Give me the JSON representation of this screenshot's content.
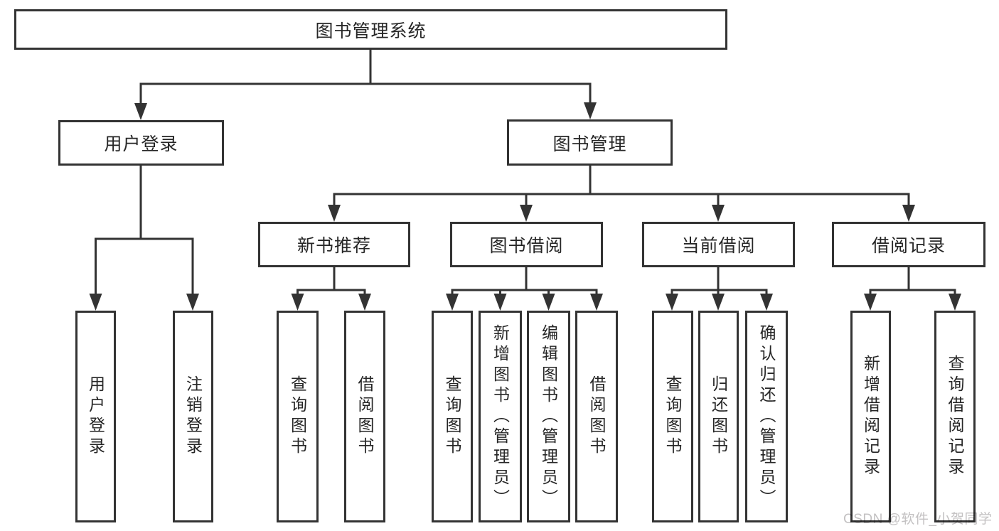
{
  "tree": {
    "label": "图书管理系统",
    "children": [
      {
        "label": "用户登录",
        "children": [
          {
            "label": "用户登录"
          },
          {
            "label": "注销登录"
          }
        ]
      },
      {
        "label": "图书管理",
        "children": [
          {
            "label": "新书推荐",
            "children": [
              {
                "label": "查询图书"
              },
              {
                "label": "借阅图书"
              }
            ]
          },
          {
            "label": "图书借阅",
            "children": [
              {
                "label": "查询图书"
              },
              {
                "label": "新增图书（管理员）"
              },
              {
                "label": "编辑图书（管理员）"
              },
              {
                "label": "借阅图书"
              }
            ]
          },
          {
            "label": "当前借阅",
            "children": [
              {
                "label": "查询图书"
              },
              {
                "label": "归还图书"
              },
              {
                "label": "确认归还（管理员）"
              }
            ]
          },
          {
            "label": "借阅记录",
            "children": [
              {
                "label": "新增借阅记录"
              },
              {
                "label": "查询借阅记录"
              }
            ]
          }
        ]
      }
    ]
  },
  "watermark": {
    "text": "CSDN @软件_小贺同学",
    "color": "#c3c1c2"
  },
  "colors": {
    "line": "#333333",
    "text": "#262626",
    "box_background": "#ffffff",
    "page_background": "#ffffff"
  }
}
